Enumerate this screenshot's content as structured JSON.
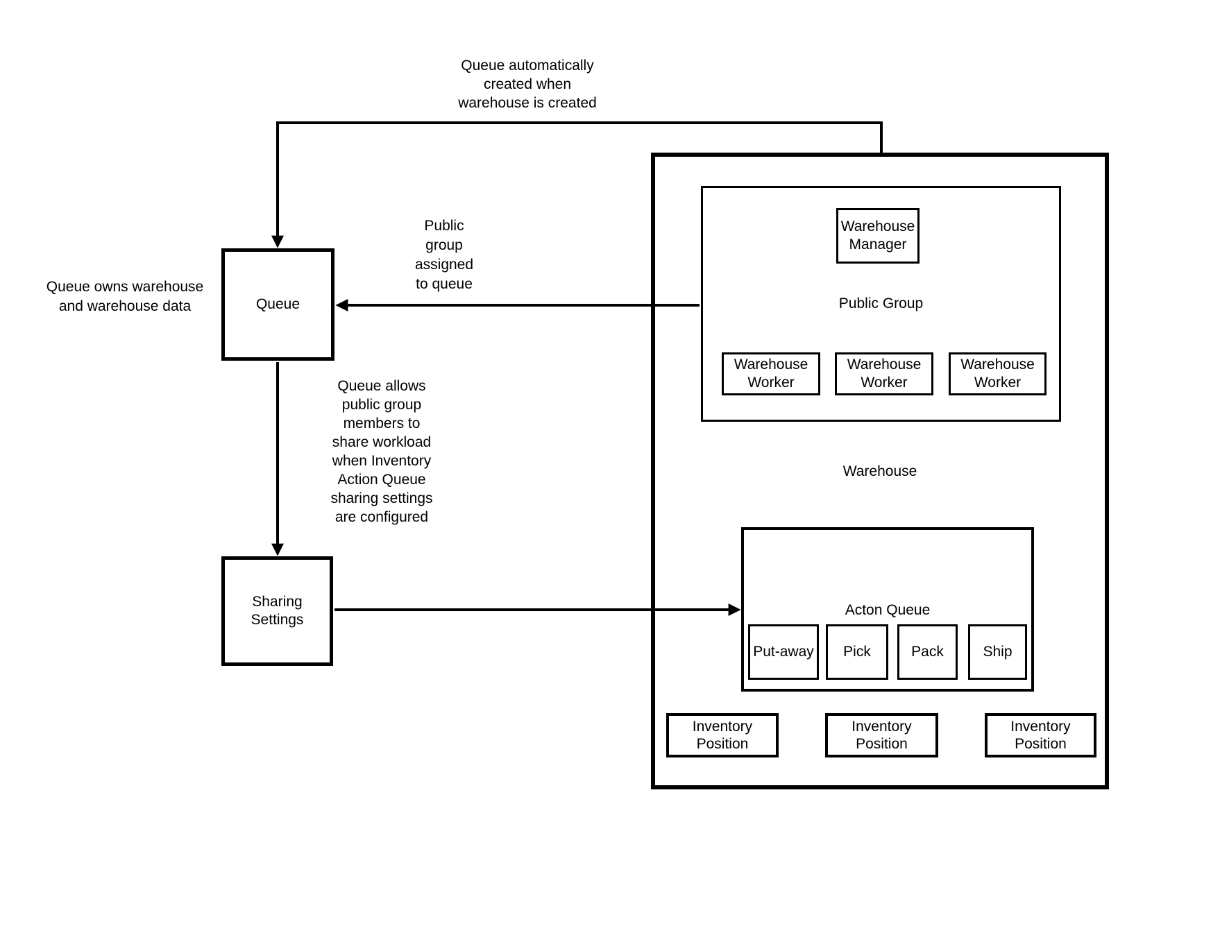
{
  "diagram": {
    "line_color": "#000000",
    "background": "#ffffff"
  },
  "annotations": {
    "auto_created": "Queue automatically\ncreated when\nwarehouse is created",
    "queue_owns": "Queue owns warehouse\nand warehouse data",
    "public_group_assigned": "Public\ngroup\nassigned\nto queue",
    "queue_allows": "Queue allows\npublic group\nmembers to\nshare  workload\nwhen Inventory\nAction Queue\nsharing settings\nare configured"
  },
  "boxes": {
    "queue": "Queue",
    "sharing_settings": "Sharing\nSettings",
    "warehouse_label": "Warehouse",
    "public_group_label": "Public Group",
    "warehouse_manager": "Warehouse\nManager",
    "warehouse_workers": [
      "Warehouse\nWorker",
      "Warehouse\nWorker",
      "Warehouse\nWorker"
    ],
    "action_queue_label": "Acton Queue",
    "action_steps": [
      "Put-away",
      "Pick",
      "Pack",
      "Ship"
    ],
    "inventory_positions": [
      "Inventory\nPosition",
      "Inventory\nPosition",
      "Inventory\nPosition"
    ]
  }
}
